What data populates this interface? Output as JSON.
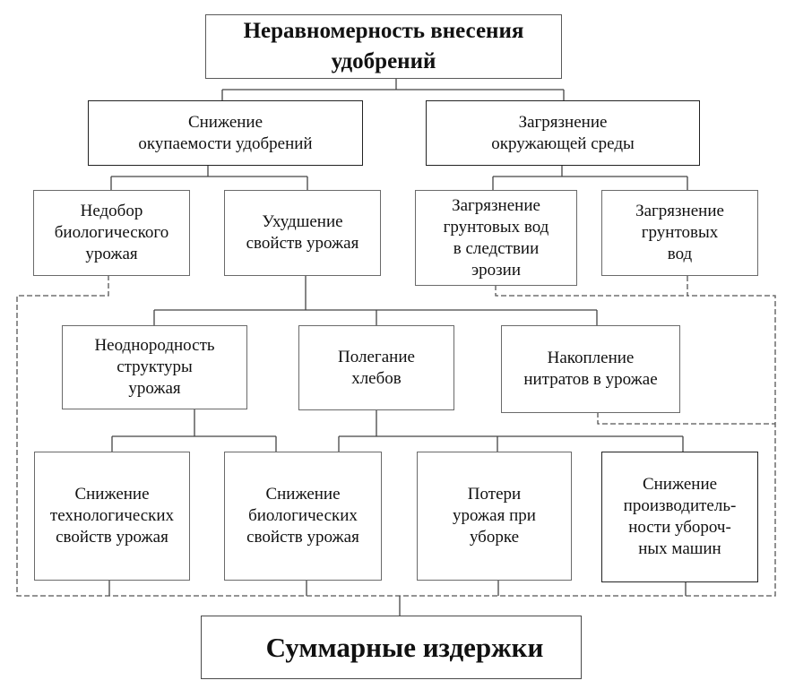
{
  "diagram": {
    "title": "Неравномерность внесения\nудобрений",
    "footer": "Суммарные издержки",
    "level2": {
      "left": "Снижение\nокупаемости удобрений",
      "right": "Загрязнение\nокружающей среды"
    },
    "level3": {
      "shortfall": "Недобор\nбиологического\nурожая",
      "deterioration": "Ухудшение\nсвойств урожая",
      "erosion_pollution": "Загрязнение\nгрунтовых вод\nв следствии\nэрозии",
      "groundwater_pollution": "Загрязнение\nгрунтовых\nвод"
    },
    "level4": {
      "heterogeneity": "Неоднородность\nструктуры\nурожая",
      "lodging": "Полегание\nхлебов",
      "nitrates": "Накопление\nнитратов в урожае"
    },
    "level5": {
      "tech_properties": "Снижение\nтехнологических\nсвойств урожая",
      "bio_properties": "Снижение\nбиологических\nсвойств урожая",
      "harvest_losses": "Потери\nурожая при\nуборке",
      "harvester_productivity": "Снижение\nпроизводитель-\nности убороч-\nных машин"
    }
  }
}
